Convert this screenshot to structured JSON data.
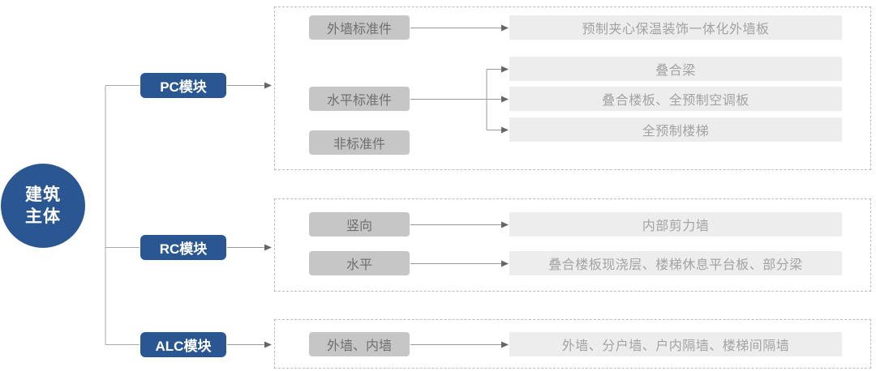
{
  "root": {
    "label": "建筑主体",
    "lines": [
      "建筑",
      "主体"
    ]
  },
  "modules": [
    {
      "id": "pc",
      "label": "PC模块",
      "groups": [
        {
          "label": "外墙标准件",
          "targets": [
            "预制夹心保温装饰一体化外墙板"
          ]
        },
        {
          "label": "水平标准件",
          "targets": [
            "叠合梁",
            "叠合楼板、全预制空调板",
            "全预制楼梯"
          ]
        },
        {
          "label": "非标准件",
          "targets": []
        }
      ]
    },
    {
      "id": "rc",
      "label": "RC模块",
      "groups": [
        {
          "label": "竖向",
          "targets": [
            "内部剪力墙"
          ]
        },
        {
          "label": "水平",
          "targets": [
            "叠合楼板现浇层、楼梯休息平台板、部分梁"
          ]
        }
      ]
    },
    {
      "id": "alc",
      "label": "ALC模块",
      "groups": [
        {
          "label": "外墙、内墙",
          "targets": [
            "外墙、分户墙、户内隔墙、楼梯间隔墙"
          ]
        }
      ]
    }
  ],
  "colors": {
    "node_blue": "#2a5791",
    "group_label_bg": "#c6c6c6",
    "group_label_text": "#6f6f6f",
    "target_bg": "#ededed",
    "target_text": "#a3a3a3",
    "wire": "#9a9a9a",
    "arrowhead": "#666666",
    "dashed_border": "#bcbcbc"
  }
}
